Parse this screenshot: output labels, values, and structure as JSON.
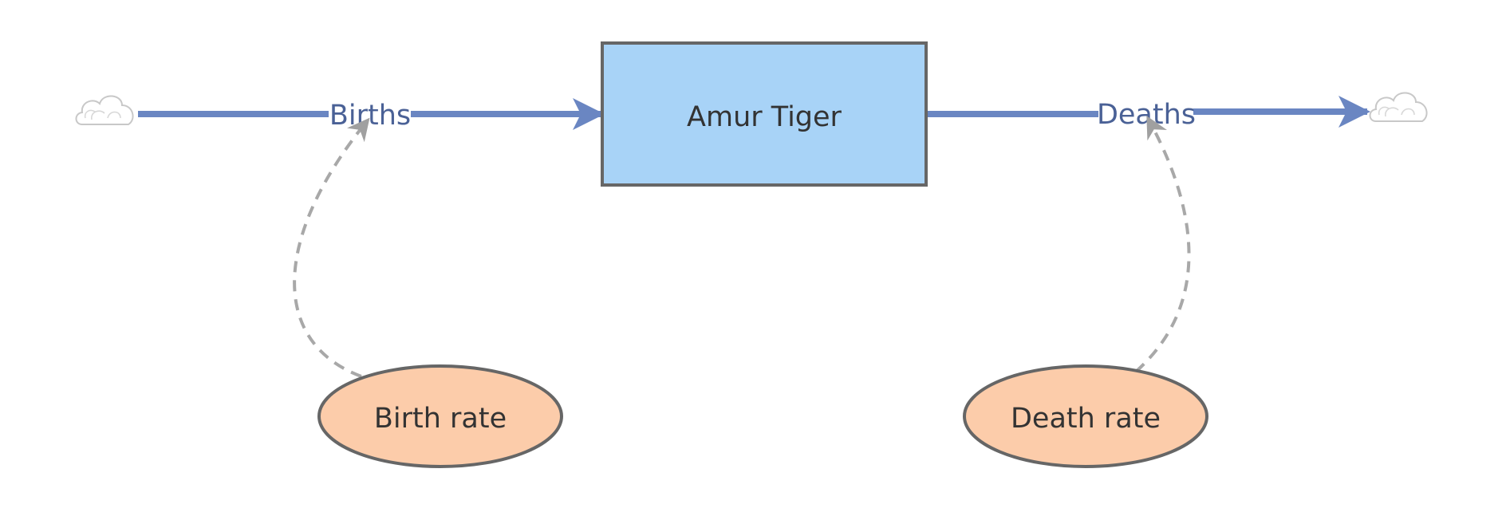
{
  "stock": {
    "label": "Amur Tiger"
  },
  "flows": {
    "inflow": {
      "label": "Births"
    },
    "outflow": {
      "label": "Deaths"
    }
  },
  "variables": {
    "birth_rate": {
      "label": "Birth rate"
    },
    "death_rate": {
      "label": "Death rate"
    }
  },
  "colors": {
    "stock_fill": "#a8d3f7",
    "stock_border": "#666666",
    "flow": "#6a86c2",
    "flow_label": "#4a6196",
    "variable_fill": "#fcccaa",
    "variable_border": "#666666",
    "link": "#a8a8a8",
    "cloud_fill": "#ffffff",
    "cloud_stroke": "#c8c8c8"
  },
  "icons": {
    "source": "cloud-icon",
    "sink": "cloud-icon"
  }
}
